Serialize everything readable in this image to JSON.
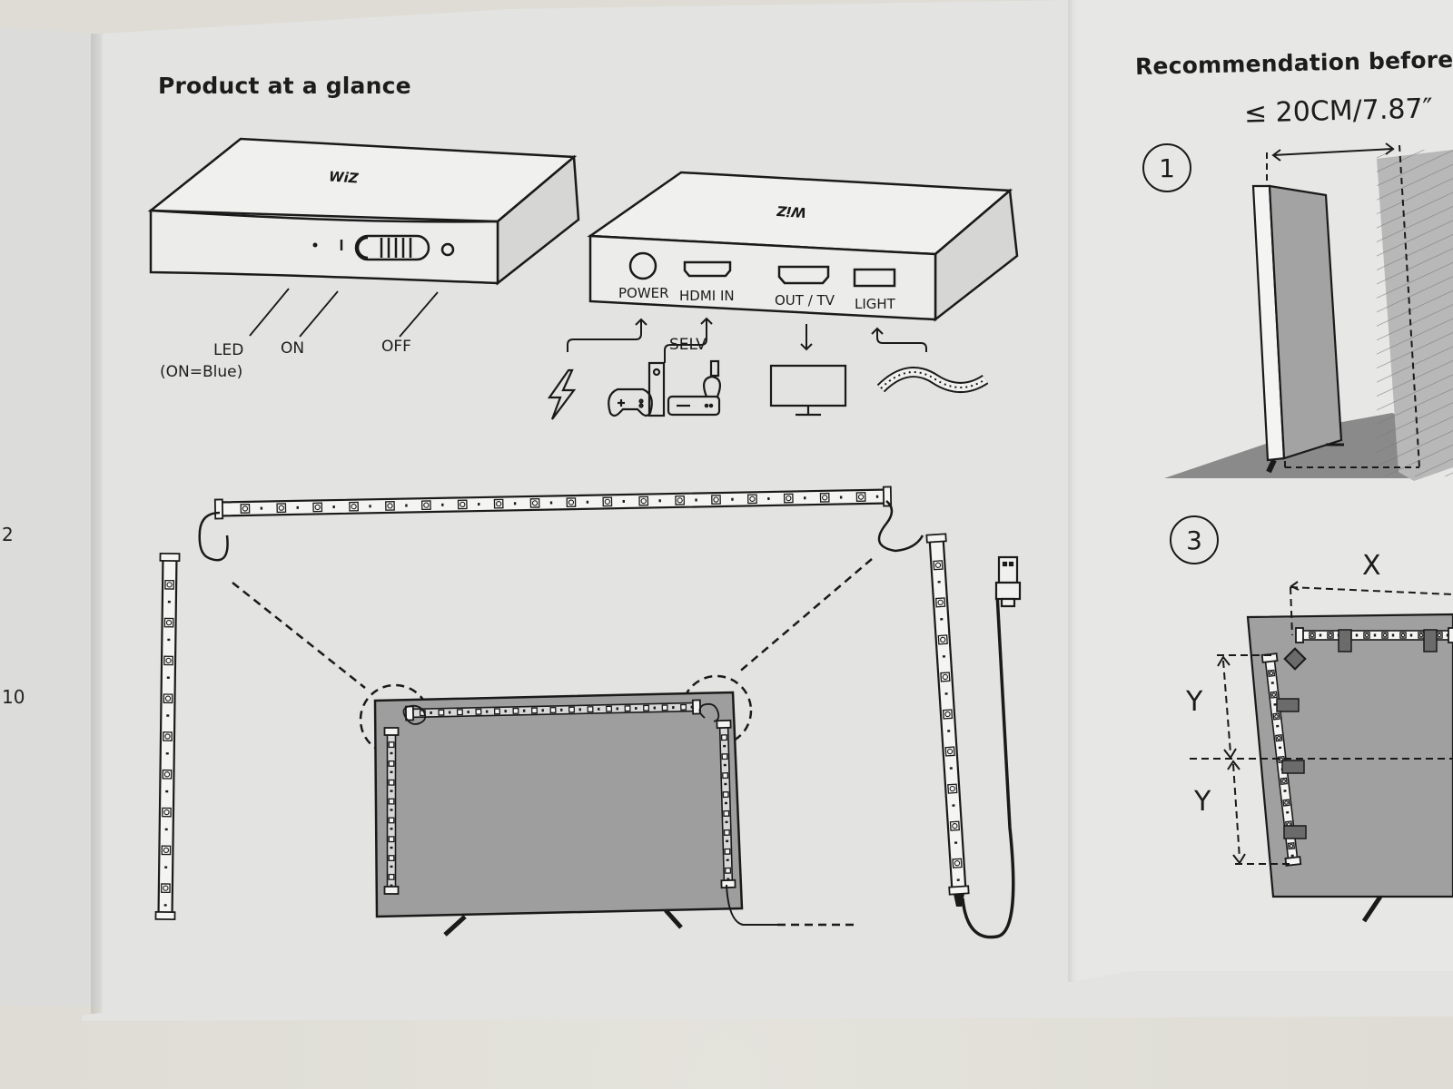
{
  "left_page": {
    "page_numbers": [
      "2",
      "10"
    ]
  },
  "product_section": {
    "title": "Product at a glance",
    "front_unit": {
      "logo": "WiZ",
      "labels": {
        "led": "LED",
        "led_note": "(ON=Blue)",
        "on": "ON",
        "off": "OFF"
      }
    },
    "back_unit": {
      "logo": "WiZ",
      "ports": [
        "POWER",
        "HDMI IN",
        "OUT / TV",
        "LIGHT"
      ]
    },
    "connections": {
      "selv_label": "SELV",
      "icons": [
        "power-lightning-icon",
        "game-console-icon",
        "streaming-box-icon",
        "tv-monitor-icon",
        "light-strip-icon"
      ]
    },
    "strip_diagram": {
      "top_strip_leds": 18,
      "side_strip_leds": 9,
      "connector": "usb-plug-icon"
    }
  },
  "recommendation_section": {
    "title": "Recommendation before",
    "step1": {
      "number": "1",
      "distance": "≤ 20CM/7.87″"
    },
    "step3": {
      "number": "3",
      "x_label": "X",
      "y_label_top": "Y",
      "y_label_bottom": "Y"
    }
  },
  "colors": {
    "ink": "#1a1a1a",
    "paper": "#e3e3e2",
    "tv_gray": "#9e9e9e",
    "floor_gray": "#8a8a8a"
  }
}
